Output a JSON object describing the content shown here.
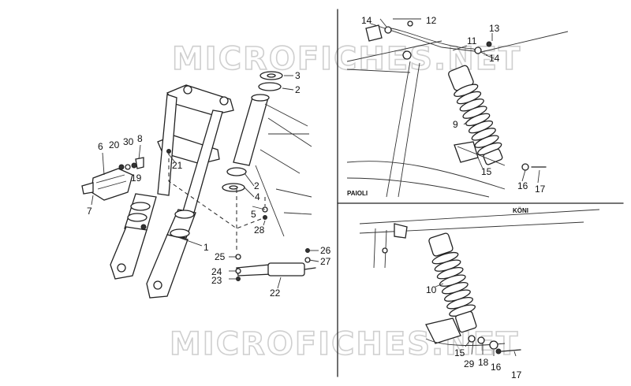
{
  "watermark": "MICROFICHES.NET",
  "panels": {
    "top_right_label": "PAIOLI",
    "bottom_right_label": "KÖNI"
  },
  "callouts": [
    "1",
    "2",
    "2",
    "3",
    "4",
    "5",
    "6",
    "7",
    "8",
    "9",
    "10",
    "11",
    "12",
    "13",
    "14",
    "14",
    "15",
    "15",
    "16",
    "16",
    "17",
    "17",
    "18",
    "19",
    "20",
    "21",
    "22",
    "23",
    "24",
    "25",
    "26",
    "27",
    "28",
    "29",
    "30"
  ]
}
